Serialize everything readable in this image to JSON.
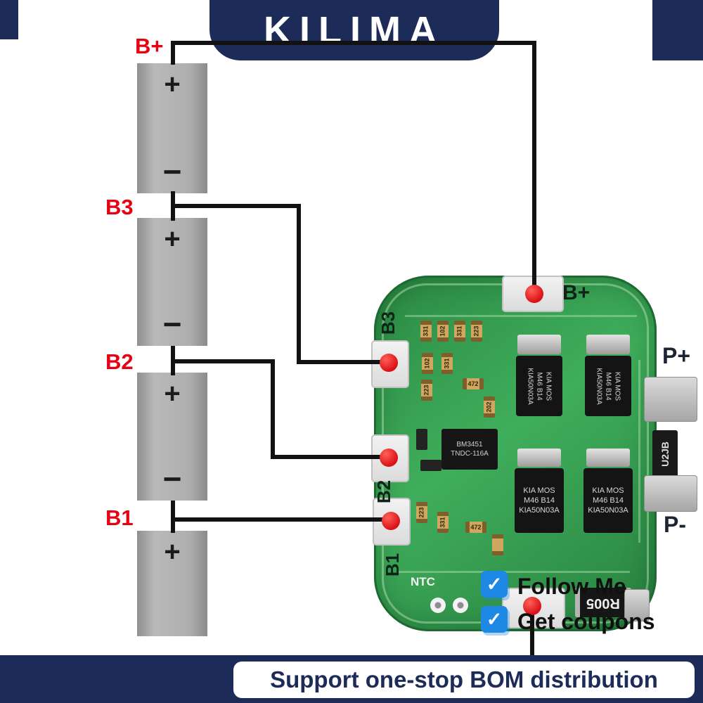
{
  "brand": {
    "name": "KILIMA"
  },
  "battery_pack": {
    "b_plus_label": "B+",
    "junctions": [
      "B3",
      "B2",
      "B1"
    ],
    "cells": [
      {
        "plus": "+",
        "minus": "−"
      },
      {
        "plus": "+",
        "minus": "−"
      },
      {
        "plus": "+",
        "minus": "−"
      },
      {
        "plus": "+"
      }
    ]
  },
  "pcb": {
    "pad_labels": {
      "b_plus": "B+",
      "b3": "B3",
      "b2": "B2",
      "b1": "B1",
      "p_plus": "P+",
      "p_minus": "P-"
    },
    "silkscreen": {
      "ntc": "NTC"
    },
    "mosfets": {
      "line1": "KIA MOS",
      "line2": "M46 B14",
      "line3": "KIA50N03A"
    },
    "ic": {
      "line1": "BM3451",
      "line2": "TNDC-116A"
    },
    "shunt": "R005",
    "regulator": "U2JB",
    "smd_codes": [
      "331",
      "102",
      "331",
      "223",
      "102",
      "331",
      "223",
      "472",
      "202",
      "223",
      "331",
      "472"
    ]
  },
  "promo": {
    "follow": "Follow Me",
    "coupons": "Get coupons",
    "check": "✓"
  },
  "footer": {
    "text": "Support one-stop BOM distribution"
  },
  "colors": {
    "navy": "#1c2b57",
    "red_label": "#e60012",
    "pad_red": "#da1117",
    "pcb_green": "#2e9049",
    "check_blue": "#1e88e5",
    "battery_gray": "#aeaeae"
  }
}
